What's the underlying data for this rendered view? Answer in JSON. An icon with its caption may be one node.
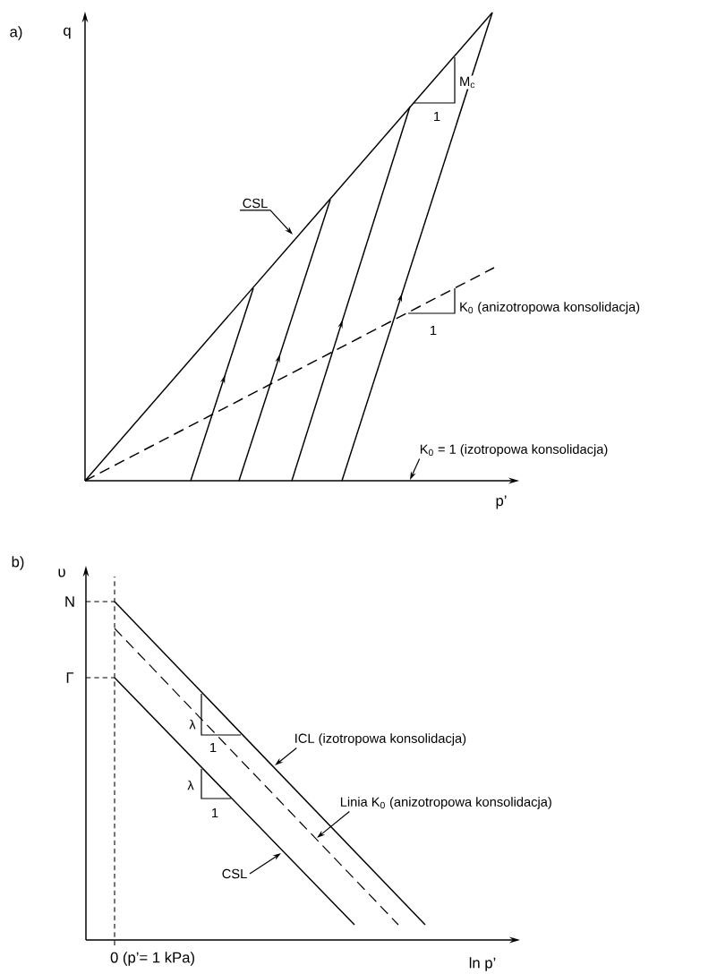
{
  "diagram": {
    "nodes": [
      {
        "text": [
          "CSL"
        ]
      },
      {
        "text": [
          "K$_{0}$ = 1 (izotropowa konsolidacja)"
        ]
      },
      {
        "text": [
          "ICL (izotropowa konsolidacja)"
        ]
      },
      {
        "text": [
          "Linia K$_{0}$ (anizotropowa konsolidacja)"
        ]
      },
      {
        "text": [
          "CSL"
        ]
      }
    ],
    "edges": [
      {
        "from": 0,
        "to": null,
        "arrow": "to"
      },
      {
        "from": 1,
        "to": null,
        "arrow": "to"
      },
      {
        "from": 2,
        "to": null,
        "arrow": "to"
      },
      {
        "from": 3,
        "to": null,
        "arrow": "to"
      },
      {
        "from": 4,
        "to": null,
        "arrow": "to"
      }
    ],
    "labels": [
      "a)",
      "q",
      "M$_{c}$",
      "1",
      "K$_{0}$ (anizotropowa konsolidacja)",
      "1",
      "p’",
      "b)",
      "υ",
      "N",
      "Γ",
      "λ",
      "1",
      "λ",
      "1",
      "0 (p’= 1 kPa)",
      "ln p’"
    ]
  }
}
